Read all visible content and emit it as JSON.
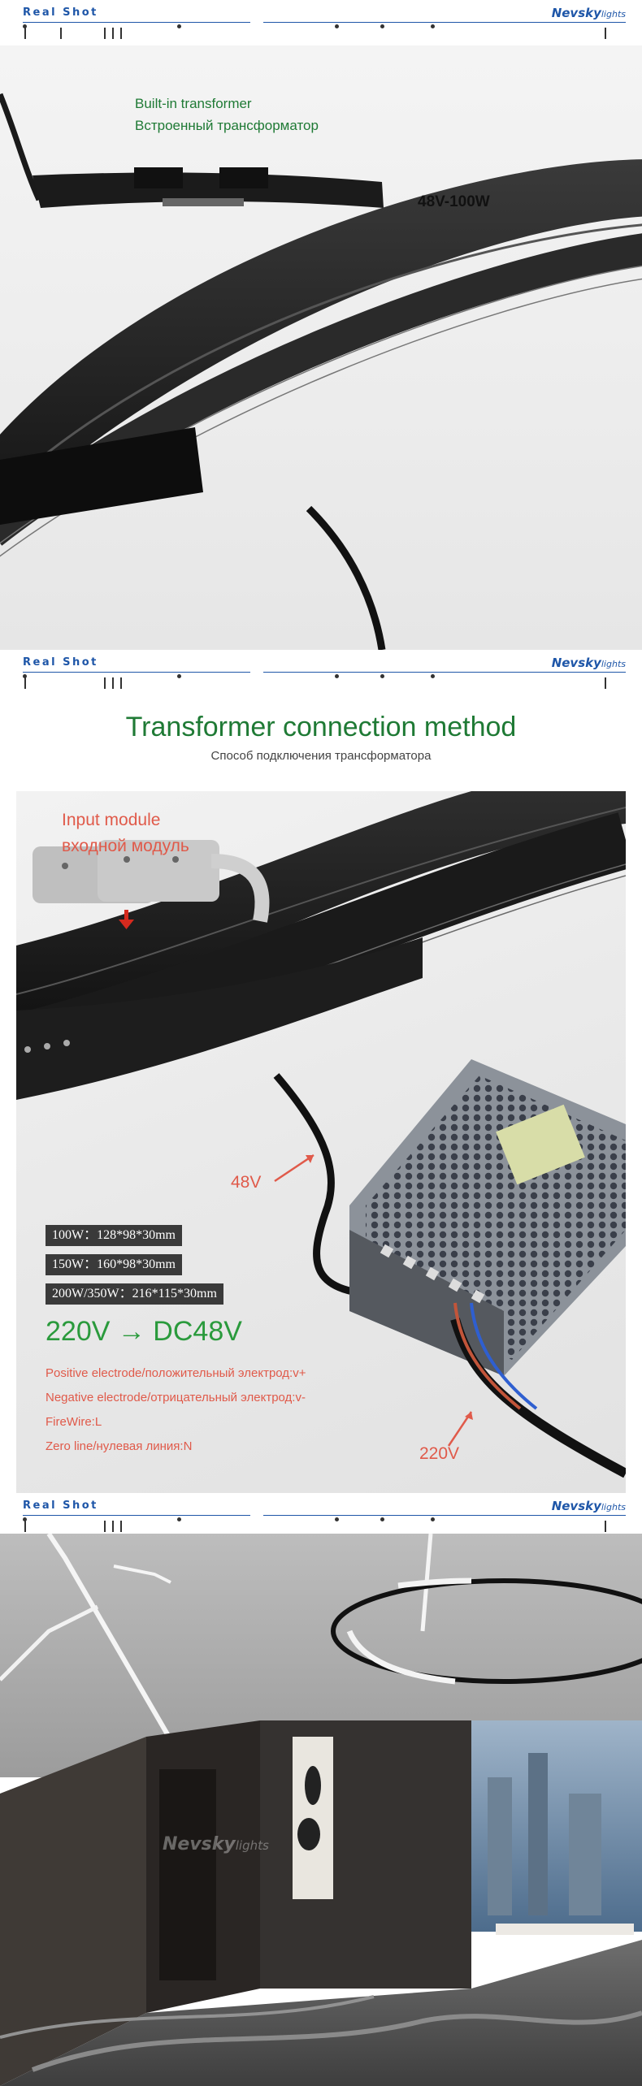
{
  "header": {
    "real_shot": "Real Shot",
    "brand_main": "Nevsky",
    "brand_suffix": "lights"
  },
  "section1": {
    "label_en": "Built-in transformer",
    "label_ru": "Встроенный трансформатор",
    "power_range": "48V-100W"
  },
  "section2": {
    "title": "Transformer connection method",
    "subtitle": "Способ подключения трансформатора",
    "input_module_en": "Input module",
    "input_module_ru": "входной модуль",
    "output_voltage": "48V",
    "input_voltage": "220V",
    "sizes": [
      "100W：128*98*30mm",
      "150W：160*98*30mm",
      "200W/350W：216*115*30mm"
    ],
    "conversion": "220V → DC48V",
    "wiring": [
      "Positive electrode/положительный электрод:v+",
      "Negative electrode/отрицательный электрод:v-",
      "FireWire:L",
      "Zero line/нулевая линия:N"
    ]
  },
  "section3": {
    "watermark_main": "Nevsky",
    "watermark_suffix": "lights"
  },
  "colors": {
    "brand_blue": "#1e56a8",
    "title_green": "#1f7a35",
    "accent_red": "#e05a4a",
    "conversion_green": "#2a9a3c"
  }
}
